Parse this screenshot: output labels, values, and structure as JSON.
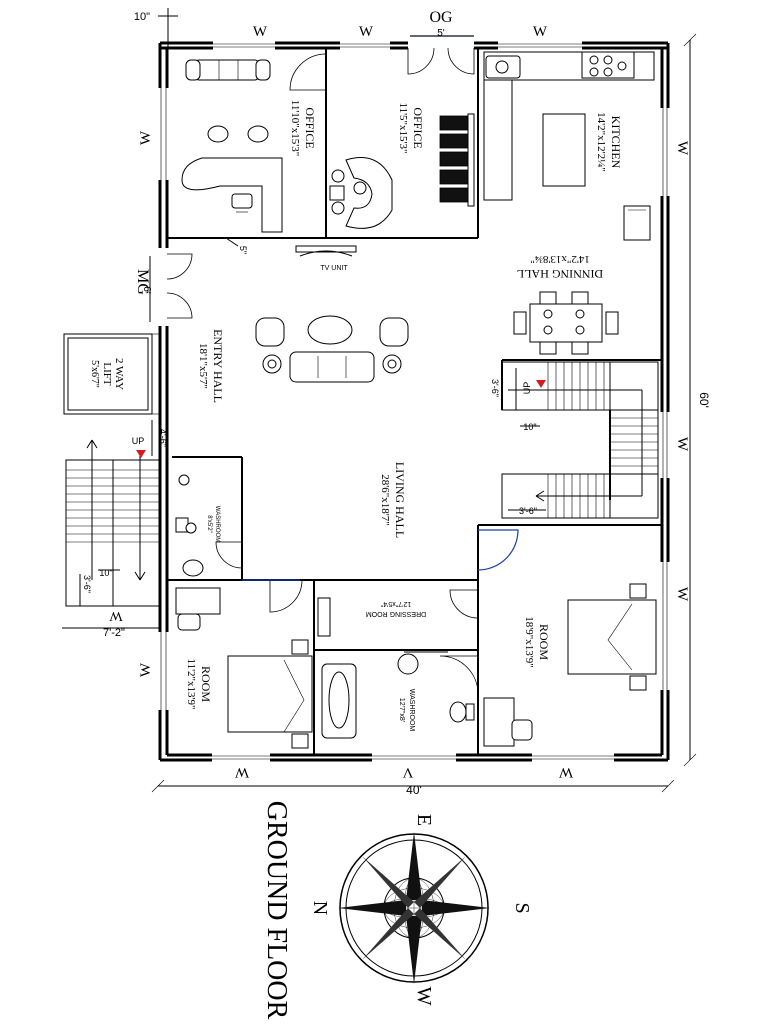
{
  "title": "GROUND FLOOR",
  "dimensions": {
    "width": "40'",
    "depth": "60'",
    "margin_top": "10\"",
    "lift_gap": "4'-6\"",
    "stair_left_width": "7'-2\"",
    "stair_left_gap": "3'-6\"",
    "stair_left_gap2": "10\"",
    "stair_right_top": "3'-6\"",
    "stair_right_mid": "10\"",
    "stair_right_bottom": "3'-6\"",
    "og_gate": "5'",
    "mg_gate": "6'",
    "office_door_gap": "5\""
  },
  "gates": {
    "og": "OG",
    "mg": "MG"
  },
  "windows": {
    "w": "W",
    "v": "V"
  },
  "rooms": {
    "office_left": {
      "name": "OFFICE",
      "size": "11'10\"x15'3\""
    },
    "office_right": {
      "name": "OFFICE",
      "size": "11'5\"x15'3\""
    },
    "kitchen": {
      "name": "KITCHEN",
      "size": "14'2\"x12'2¼\""
    },
    "dining": {
      "name": "DINNING HALL",
      "size": "14'2\"x13'8¾\""
    },
    "entry": {
      "name": "ENTRY HALL",
      "size": "18'1\"x5'7\""
    },
    "living": {
      "name": "LIVING HALL",
      "size": "28'6\"x18'7\""
    },
    "lift": {
      "name": "2 WAY LIFT",
      "size": "5'x6'7\""
    },
    "washroom_small": {
      "name": "WASHROOM",
      "size": "8'x5'2\""
    },
    "dressing": {
      "name": "DRESSING ROOM",
      "size": "12'7\"x5'4\""
    },
    "washroom": {
      "name": "WASHROOM",
      "size": "12'7\"x8'"
    },
    "room_left": {
      "name": "ROOM",
      "size": "11'2\"x13'9\""
    },
    "room_right": {
      "name": "ROOM",
      "size": "18'9\"x13'9\""
    }
  },
  "labels": {
    "tv_unit": "TV UNIT",
    "up": "UP",
    "lift_line1": "2 WAY",
    "lift_line2": "LIFT"
  },
  "compass": {
    "n": "N",
    "s": "S",
    "e": "E",
    "w": "W"
  }
}
